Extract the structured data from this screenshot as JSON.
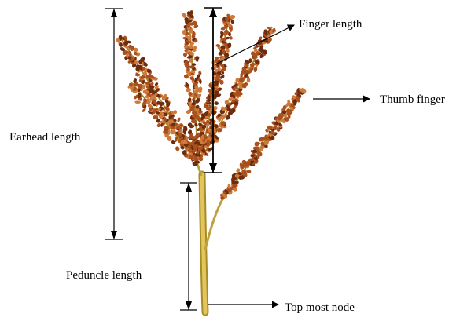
{
  "figure": {
    "labels": {
      "finger_length": "Finger length",
      "thumb_finger": "Thumb finger",
      "earhead_length": "Earhead length",
      "peduncle_length": "Peduncle length",
      "top_most_node": "Top most node"
    },
    "colors": {
      "stem": "#d2b345",
      "stem_dark": "#a98a2a",
      "grain": "#a9501f",
      "grain_dark": "#6e2c0e",
      "grain_light": "#cf7a3a",
      "line": "#000000"
    }
  }
}
